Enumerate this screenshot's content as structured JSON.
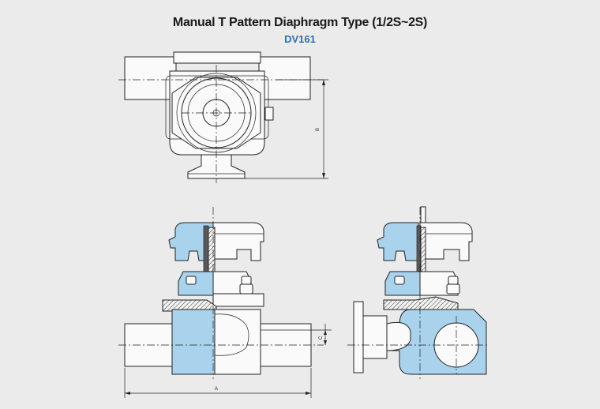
{
  "title": "Manual T Pattern Diaphragm Type (1/2S~2S)",
  "model": "DV161",
  "dimensions": {
    "a": "A",
    "b": "B",
    "c": "C"
  },
  "colors": {
    "background": "#ebebeb",
    "section_fill": "#a9d3ec",
    "model_text": "#2f6fb5"
  }
}
